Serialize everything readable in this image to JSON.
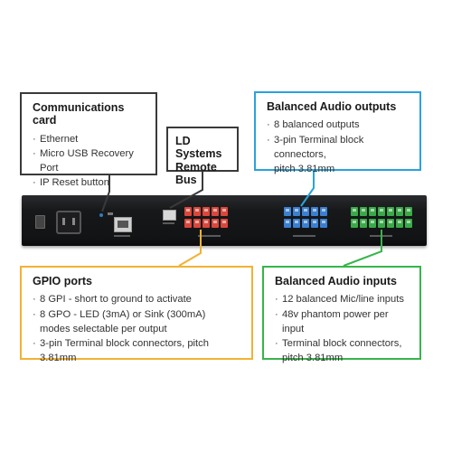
{
  "communications_card": {
    "title": "Communications card",
    "items": [
      "Ethernet",
      "Micro USB Recovery Port",
      "IP Reset button"
    ]
  },
  "remote_bus": {
    "title_line1": "LD Systems",
    "title_line2": "Remote Bus"
  },
  "balanced_outputs": {
    "title": "Balanced Audio outputs",
    "items": [
      "8 balanced outputs",
      "3-pin Terminal block connectors,"
    ],
    "items_cont": "pitch 3.81mm"
  },
  "gpio": {
    "title": "GPIO ports",
    "items": [
      "8 GPI - short to ground to activate",
      "8 GPO - LED (3mA) or Sink (300mA)",
      "3-pin Terminal block connectors, pitch 3.81mm"
    ],
    "item2_cont": "modes selectable per output"
  },
  "balanced_inputs": {
    "title": "Balanced Audio inputs",
    "items": [
      "12 balanced Mic/line inputs",
      "48v phantom power per input",
      "Terminal block connectors,"
    ],
    "items_cont": "pitch 3.81mm"
  },
  "colors": {
    "comm_border": "#3a3a3a",
    "outputs_border": "#29a3dc",
    "gpio_border": "#f2b233",
    "inputs_border": "#36b54a",
    "gpio_connectors": "#d9473b",
    "output_connectors": "#3b7fd0",
    "input_connectors": "#3aaa48"
  }
}
